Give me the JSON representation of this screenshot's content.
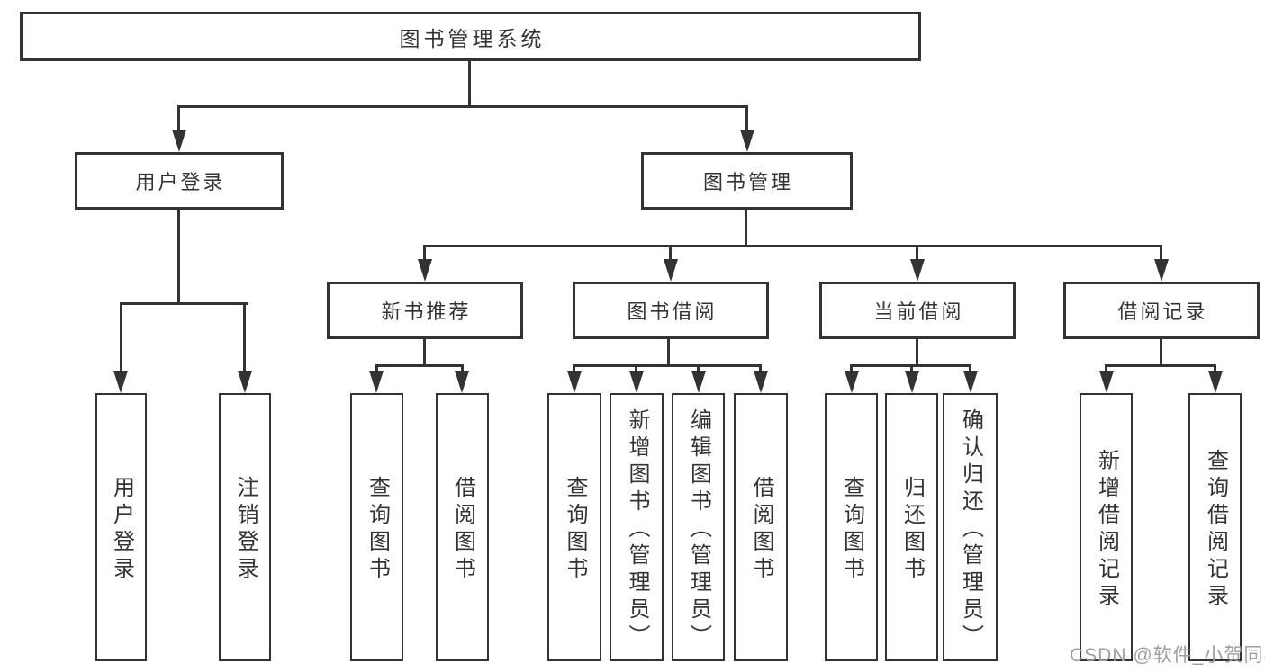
{
  "watermark": "CSDN @软件_小贺同学",
  "diagram": {
    "root": {
      "label": "图书管理系统"
    },
    "branches": {
      "user_login": {
        "label": "用户登录",
        "children": [
          {
            "label": "用户登录"
          },
          {
            "label": "注销登录"
          }
        ]
      },
      "book_mgmt": {
        "label": "图书管理",
        "children": [
          {
            "label": "新书推荐",
            "children": [
              {
                "label": "查询图书"
              },
              {
                "label": "借阅图书"
              }
            ]
          },
          {
            "label": "图书借阅",
            "children": [
              {
                "label": "查询图书"
              },
              {
                "label": "新增图书（管理员）"
              },
              {
                "label": "编辑图书（管理员）"
              },
              {
                "label": "借阅图书"
              }
            ]
          },
          {
            "label": "当前借阅",
            "children": [
              {
                "label": "查询图书"
              },
              {
                "label": "归还图书"
              },
              {
                "label": "确认归还（管理员）"
              }
            ]
          },
          {
            "label": "借阅记录",
            "children": [
              {
                "label": "新增借阅记录"
              },
              {
                "label": "查询借阅记录"
              }
            ]
          }
        ]
      }
    }
  }
}
